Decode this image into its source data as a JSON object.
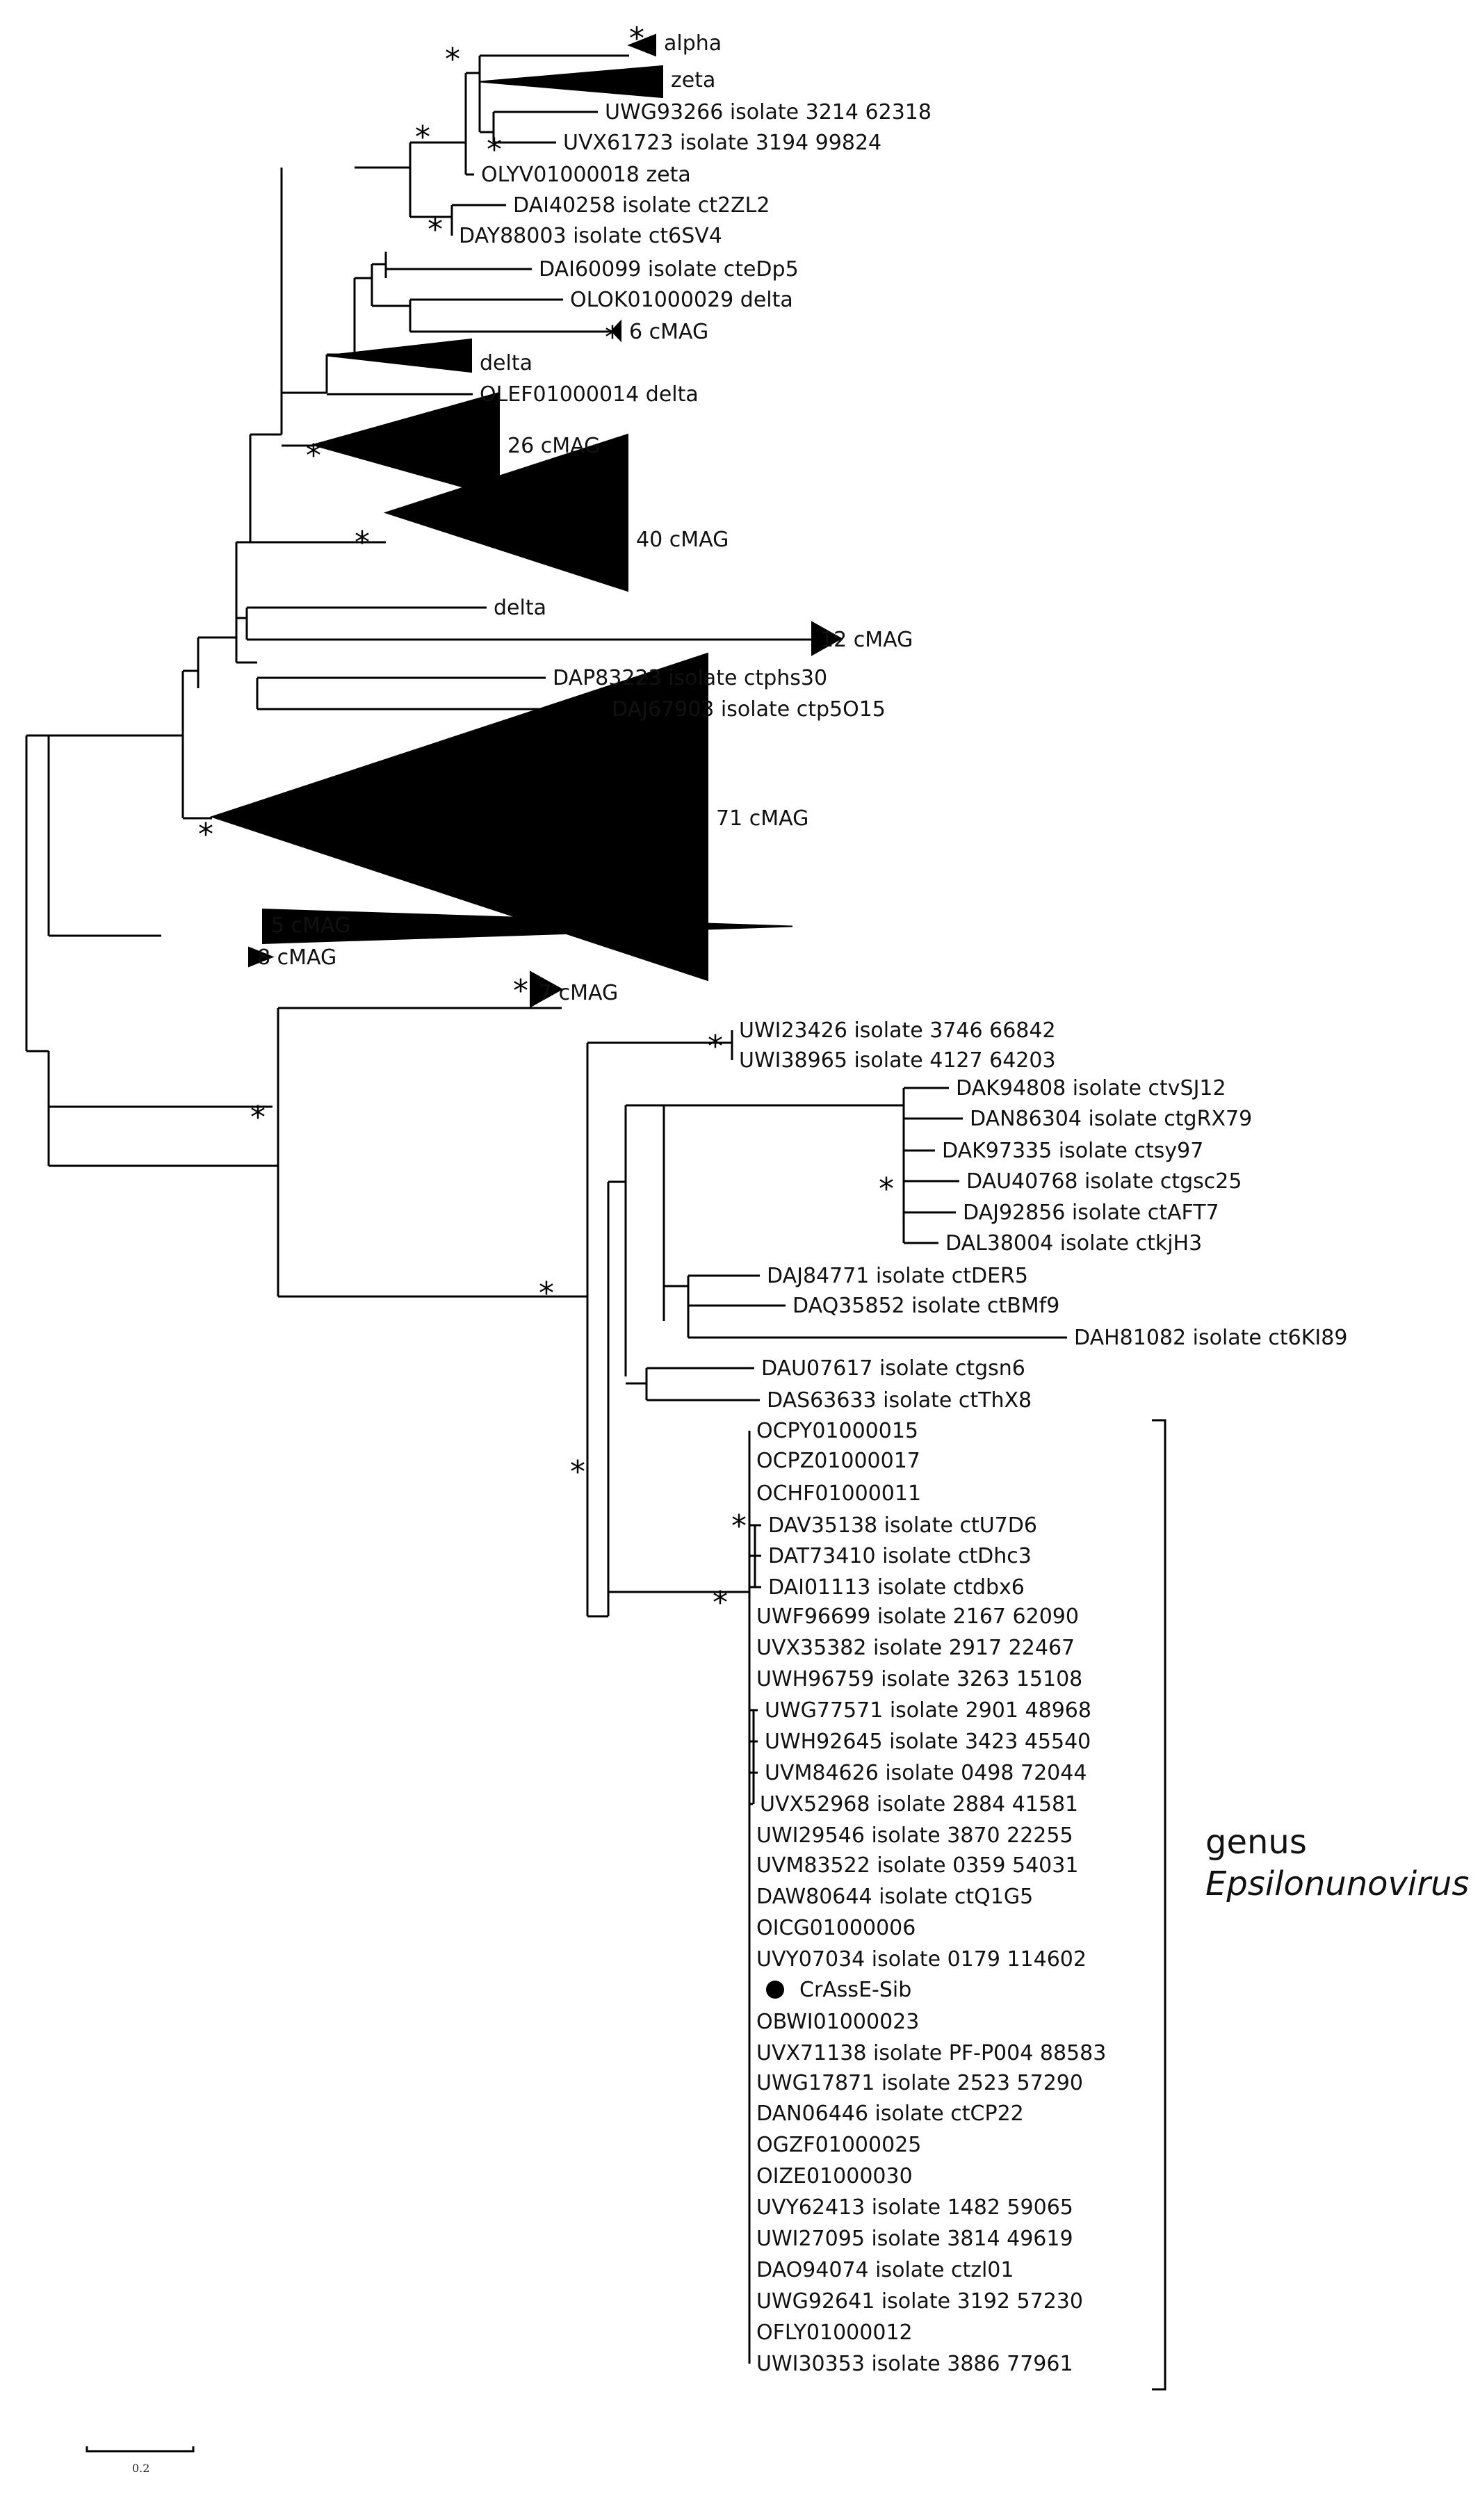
{
  "tree": {
    "line_color": "#000000",
    "labels": {
      "alpha": "alpha",
      "zeta": "zeta",
      "uwg93266": "UWG93266 isolate 3214 62318",
      "uvx61723": "UVX61723 isolate 3194 99824",
      "olyv": "OLYV01000018 zeta",
      "dai40258": "DAI40258 isolate ct2ZL2",
      "day88003": "DAY88003 isolate ct6SV4",
      "dai60099": "DAI60099 isolate cteDp5",
      "olok": "OLOK01000029 delta",
      "c6": "6 cMAG",
      "delta1": "delta",
      "olef": "OLEF01000014 delta",
      "c26": "26 cMAG",
      "c40": "40 cMAG",
      "delta2": "delta",
      "c12": "12 cMAG",
      "dap83223": "DAP83223 isolate ctphs30",
      "daj67903": "DAJ67903 isolate ctp5O15",
      "c71": "71 cMAG",
      "c5": "5 cMAG",
      "c8": "8 cMAG",
      "c7": "7 cMAG",
      "uwi23426": "UWI23426 isolate 3746 66842",
      "uwi38965": "UWI38965 isolate 4127 64203",
      "dak94808": "DAK94808 isolate ctvSJ12",
      "dan86304": "DAN86304 isolate ctgRX79",
      "dak97335": "DAK97335 isolate ctsy97",
      "dau40768": "DAU40768 isolate ctgsc25",
      "daj92856": "DAJ92856 isolate ctAFT7",
      "dal38004": "DAL38004 isolate ctkjH3",
      "daj84771": "DAJ84771 isolate ctDER5",
      "daq35852": "DAQ35852 isolate ctBMf9",
      "dah81082": "DAH81082 isolate ct6KI89",
      "dau07617": "DAU07617 isolate ctgsn6",
      "das63633": "DAS63633 isolate ctThX8",
      "ocpy": "OCPY01000015",
      "ocpz": "OCPZ01000017",
      "ochf": "OCHF01000011",
      "dav35138": "DAV35138 isolate ctU7D6",
      "dat73410": "DAT73410 isolate ctDhc3",
      "dai01113": "DAI01113 isolate ctdbx6",
      "uwf96699": "UWF96699 isolate 2167 62090",
      "uvx35382": "UVX35382 isolate 2917 22467",
      "uwh96759": "UWH96759 isolate 3263 15108",
      "uwg77571": "UWG77571 isolate 2901 48968",
      "uwh92645": "UWH92645 isolate 3423 45540",
      "uvm84626": "UVM84626 isolate 0498 72044",
      "uvx52968": "UVX52968 isolate 2884 41581",
      "uwi29546": "UWI29546 isolate 3870 22255",
      "uvm83522": "UVM83522 isolate 0359 54031",
      "daw80644": "DAW80644 isolate ctQ1G5",
      "oicg": "OICG01000006",
      "uvy07034": "UVY07034 isolate 0179 114602",
      "crass": "CrAssE-Sib",
      "obwi": "OBWI01000023",
      "uvx71138": "UVX71138 isolate PF-P004 88583",
      "uwg17871": "UWG17871 isolate 2523 57290",
      "dan06446": "DAN06446 isolate ctCP22",
      "ogzf": "OGZF01000025",
      "oize": "OIZE01000030",
      "uvy62413": "UVY62413 isolate 1482 59065",
      "uwi27095": "UWI27095 isolate 3814 49619",
      "dao94074": "DAO94074 isolate ctzl01",
      "uwg92641": "UWG92641 isolate 3192 57230",
      "ofly": "OFLY01000012",
      "uwi30353": "UWI30353 isolate 3886 77961"
    },
    "support_symbol": "*",
    "genus_label": "genus",
    "genus_name": "Epsilonunovirus",
    "scale_bar_label": "0.2"
  }
}
